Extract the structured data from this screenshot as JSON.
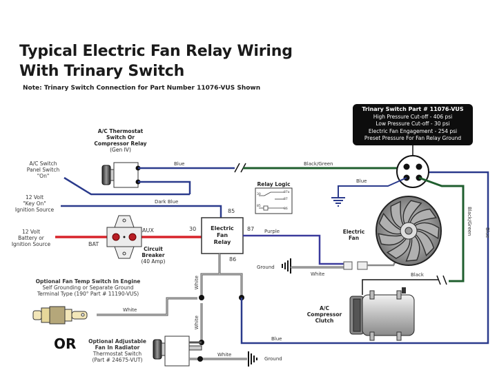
{
  "header": {
    "title_line1": "Typical Electric Fan Relay Wiring",
    "title_line2": "With Trinary Switch",
    "note": "Note:  Trinary Switch Connection for Part Number 11076-VUS Shown"
  },
  "trinary_info": {
    "heading": "Trinary Switch  Part # 11076-VUS",
    "lines": [
      "High Pressure Cut-off - 406 psi",
      "Low Pressure Cut-off - 30 psi",
      "Electric Fan Engagement - 254 psi",
      "Preset Pressure For Fan Relay Ground"
    ]
  },
  "components": {
    "ac_thermostat": [
      "A/C Thermostat",
      "Switch Or",
      "Compressor Relay",
      "(Gen IV)"
    ],
    "ac_switch": [
      "A/C Switch",
      "Panel Switch",
      "\"On\""
    ],
    "key_on": [
      "12 Volt",
      "\"Key On\"",
      "Ignition Source"
    ],
    "battery": [
      "12 Volt",
      "Battery or",
      "Ignition Source"
    ],
    "circuit_breaker": [
      "Circuit",
      "Breaker",
      "(40 Amp)"
    ],
    "breaker_bat": "BAT",
    "breaker_aux": "AUX",
    "relay": [
      "Electric",
      "Fan",
      "Relay"
    ],
    "relay_logic_title": "Relay Logic",
    "relay_logic_pins": [
      "30",
      "87a",
      "87",
      "85",
      "86"
    ],
    "electric_fan": [
      "Electric",
      "Fan"
    ],
    "compressor": [
      "A/C",
      "Compressor",
      "Clutch"
    ],
    "temp_switch": [
      "Optional Fan Temp Switch In Engine",
      "Self Grounding or Separate Ground",
      "Terminal Type (190° Part # 11190-VUS)"
    ],
    "or_label": "OR",
    "radiator_switch": [
      "Optional Adjustable",
      "Fan In Radiator",
      "Thermostat Switch",
      "(Part # 24675-VUT)"
    ]
  },
  "relay_pins": {
    "p85": "85",
    "p30": "30",
    "p87": "87",
    "p86": "86"
  },
  "wires": {
    "blue_top": "Blue",
    "black_green_top": "Black/Green",
    "blue_ground": "Blue",
    "dark_blue": "Dark Blue",
    "purple": "Purple",
    "ground_fan": "Ground",
    "white_fan": "White",
    "black_compressor": "Black",
    "black_green_right": "Black/Green",
    "blue_right": "Blue",
    "white_vert1": "White",
    "white_vert2": "White",
    "white_temp": "White",
    "blue_bottom": "Blue",
    "white_bottom": "White",
    "ground_bottom": "Ground"
  },
  "colors": {
    "blue": "#2a3a8c",
    "green": "#1f5e2e",
    "red": "#d8232a",
    "gray": "#888888",
    "black": "#111111"
  }
}
